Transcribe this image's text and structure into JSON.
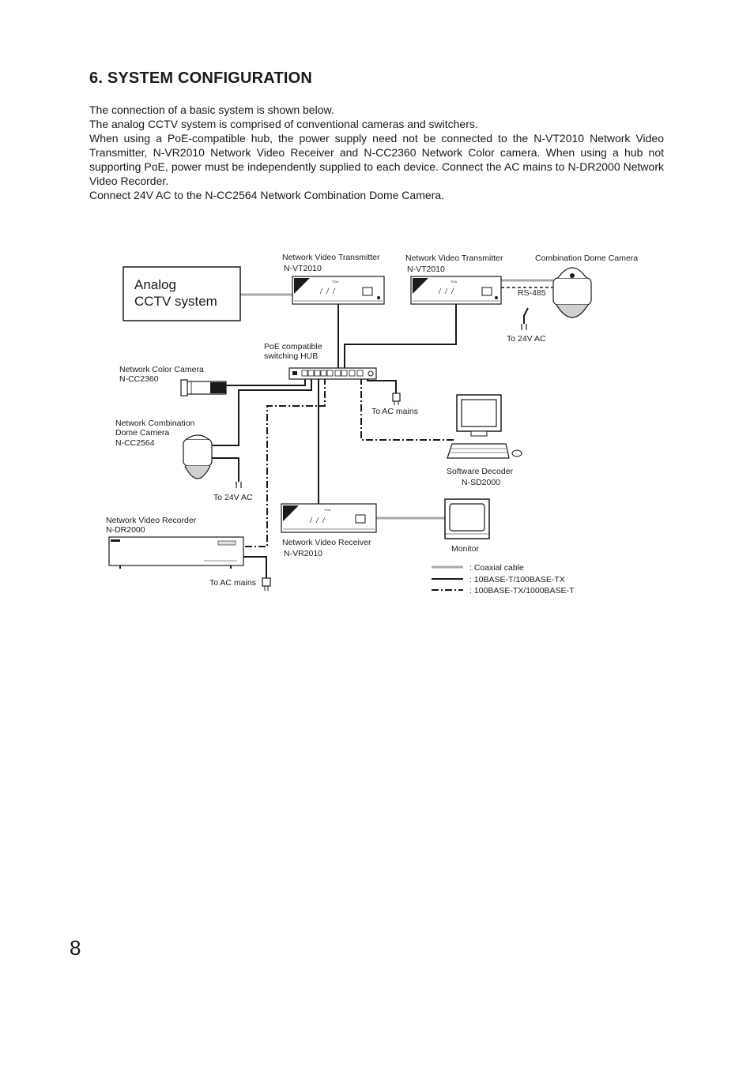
{
  "heading": "6. SYSTEM CONFIGURATION",
  "paragraphs": [
    "The connection of a basic system is shown below.",
    "The analog CCTV system is comprised of conventional cameras and switchers.",
    "When using a PoE-compatible hub, the power supply need not be connected to the N-VT2010 Network Video Transmitter, N-VR2010 Network Video Receiver and N-CC2360 Network Color camera. When using a hub not supporting PoE, power must be independently supplied to each device. Connect the AC mains to N-DR2000 Network Video Recorder.",
    "Connect 24V AC to the N-CC2564 Network Combination Dome Camera."
  ],
  "diagram": {
    "analog_box": [
      "Analog",
      "CCTV system"
    ],
    "transmitter1": [
      "Network Video Transmitter",
      "N-VT2010"
    ],
    "transmitter2": [
      "Network Video Transmitter",
      "N-VT2010"
    ],
    "combination_dome": "Combination Dome Camera",
    "rs485": "RS-485",
    "to_24vac_top": "To 24V AC",
    "hub": [
      "PoE compatible",
      "switching HUB"
    ],
    "color_camera": [
      "Network Color Camera",
      "N-CC2360"
    ],
    "to_ac_mains_hub": "To AC mains",
    "combo_dome_camera": [
      "Network Combination",
      "Dome Camera",
      "N-CC2564"
    ],
    "software_decoder": [
      "Software Decoder",
      "N-SD2000"
    ],
    "to_24vac_left": "To 24V AC",
    "recorder": [
      "Network Video Recorder",
      "N-DR2000"
    ],
    "receiver": [
      "Network Video Receiver",
      "N-VR2010"
    ],
    "monitor": "Monitor",
    "to_ac_mains_recorder": "To AC mains",
    "brand": "TOA",
    "legend": [
      ": Coaxial cable",
      ": 10BASE-T/100BASE-TX",
      ": 100BASE-TX/1000BASE-T"
    ]
  },
  "page_number": "8",
  "colors": {
    "coaxial": "#a8a8a8",
    "line": "#1a1a1a"
  }
}
